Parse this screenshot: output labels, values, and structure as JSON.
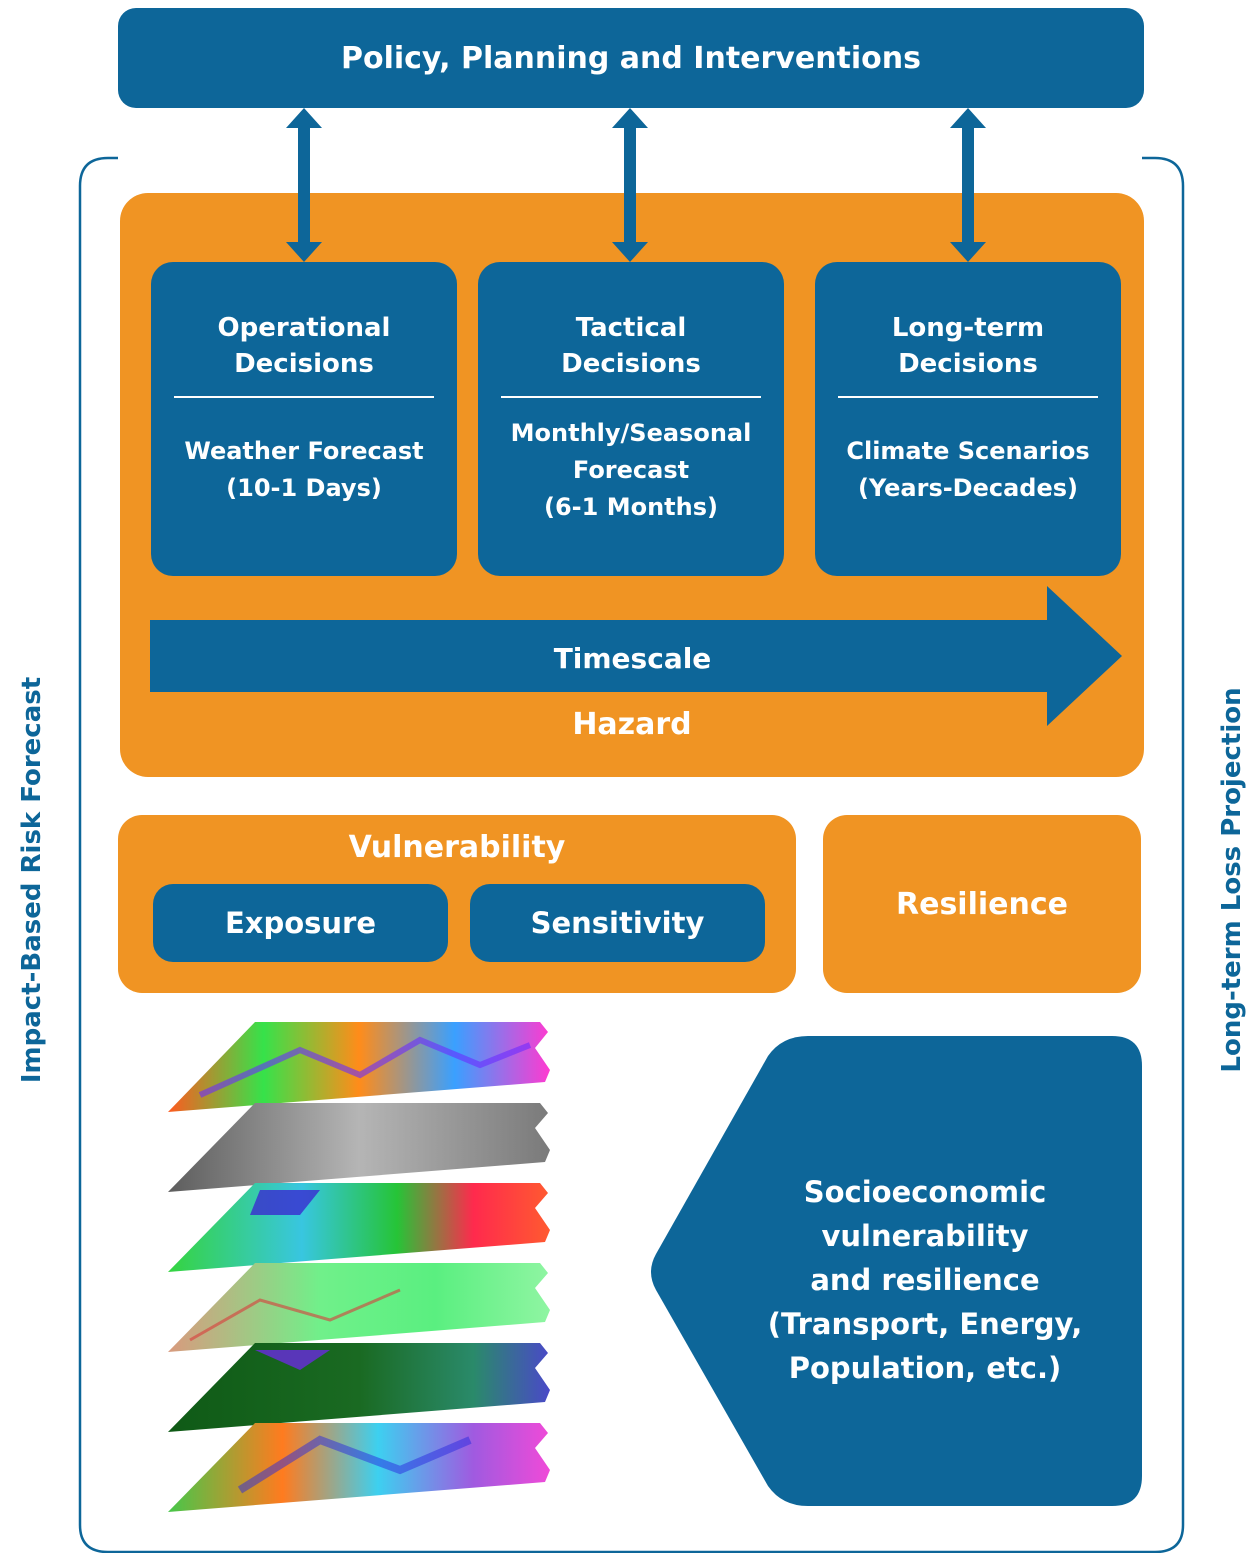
{
  "policy": {
    "label": "Policy, Planning and Interventions"
  },
  "decisions": [
    {
      "title_line1": "Operational",
      "title_line2": "Decisions",
      "sub_line1": "Weather Forecast",
      "sub_line2": "(10-1 Days)",
      "sub_line3": ""
    },
    {
      "title_line1": "Tactical",
      "title_line2": "Decisions",
      "sub_line1": "Monthly/Seasonal",
      "sub_line2": "Forecast",
      "sub_line3": "(6-1 Months)"
    },
    {
      "title_line1": "Long-term",
      "title_line2": "Decisions",
      "sub_line1": "Climate Scenarios",
      "sub_line2": "(Years-Decades)",
      "sub_line3": ""
    }
  ],
  "timescale": {
    "label": "Timescale"
  },
  "hazard": {
    "label": "Hazard"
  },
  "vulnerability": {
    "label": "Vulnerability",
    "exposure": "Exposure",
    "sensitivity": "Sensitivity"
  },
  "resilience": {
    "label": "Resilience"
  },
  "socio": {
    "lines": [
      "Socioeconomic",
      "vulnerability",
      "and resilience",
      "(Transport, Energy,",
      "Population, etc.)"
    ]
  },
  "side": {
    "left": "Impact-Based Risk Forecast",
    "right": "Long-term Loss Projection"
  },
  "colors": {
    "blue": "#0d6699",
    "orange": "#f09423"
  }
}
